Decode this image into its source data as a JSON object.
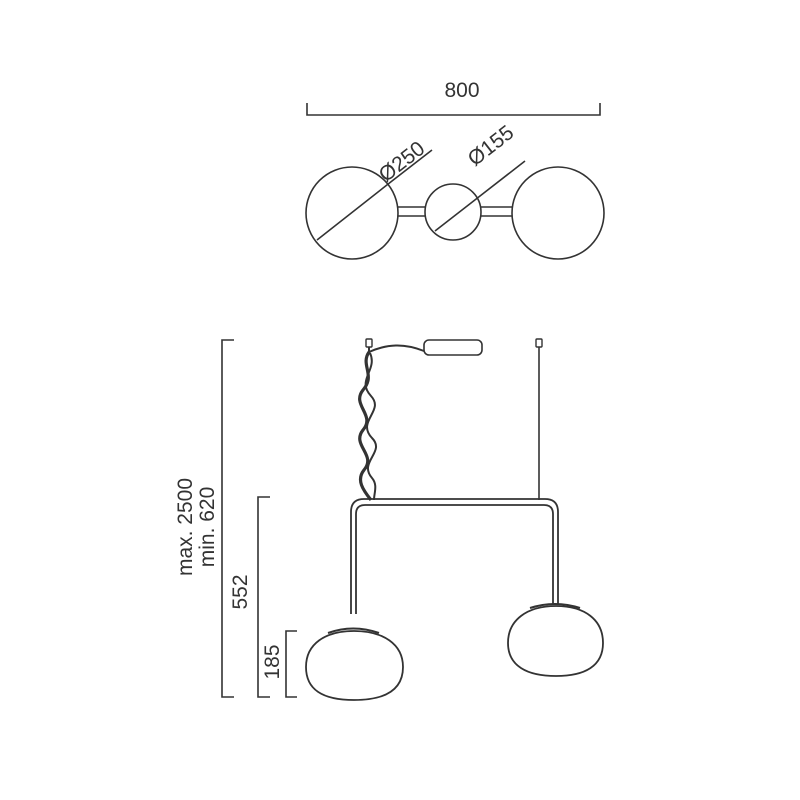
{
  "diagram": {
    "top_view": {
      "width_label": "800",
      "large_diameter_label": "Ø250",
      "small_diameter_label": "Ø155"
    },
    "side_view": {
      "total_height_label_max": "max. 2500",
      "total_height_label_min": "min. 620",
      "frame_height_label": "552",
      "shade_height_label": "185"
    },
    "colors": {
      "line": "#333333",
      "background": "#ffffff"
    }
  }
}
